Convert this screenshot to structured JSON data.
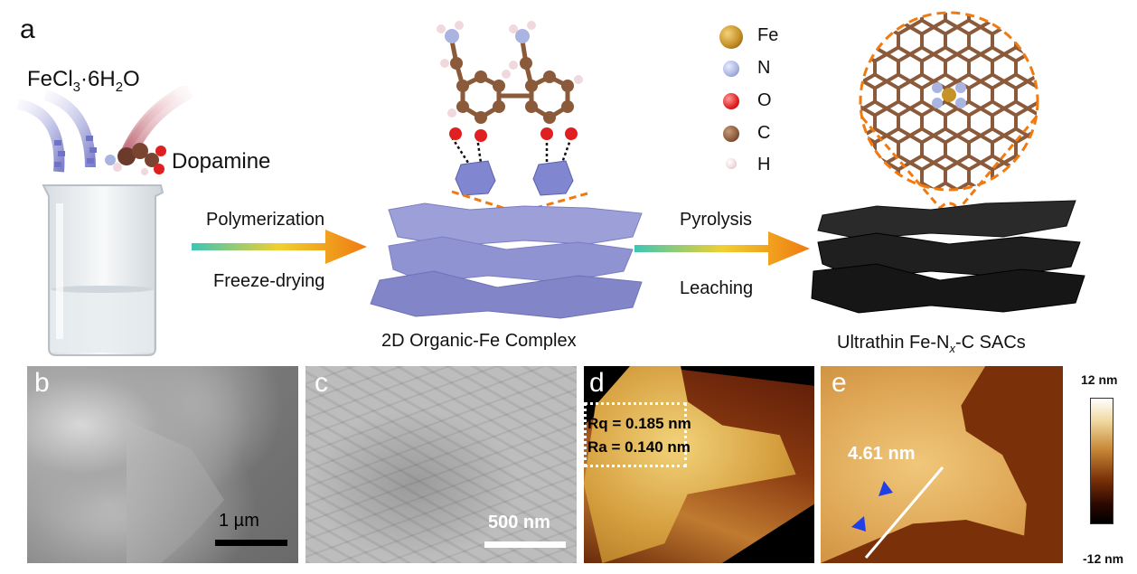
{
  "panel_a": {
    "letter": "a",
    "reagent_formula": {
      "main": "FeCl",
      "sub1": "3",
      "middle": "·6H",
      "sub2": "2",
      "end": "O"
    },
    "reagent_2": "Dopamine",
    "step1_top": "Polymerization",
    "step1_bottom": "Freeze-drying",
    "intermediate": "2D Organic-Fe Complex",
    "step2_top": "Pyrolysis",
    "step2_bottom": "Leaching",
    "product": {
      "prefix": "Ultrathin Fe-N",
      "sub": "x",
      "suffix": "-C SACs"
    },
    "legend": [
      {
        "symbol": "Fe",
        "color": "#c8922a"
      },
      {
        "symbol": "N",
        "color": "#a9b4e0"
      },
      {
        "symbol": "O",
        "color": "#e02020"
      },
      {
        "symbol": "C",
        "color": "#8a5a3a"
      },
      {
        "symbol": "H",
        "color": "#f0d8dc"
      }
    ]
  },
  "panel_b": {
    "letter": "b",
    "scale_bar": "1 µm"
  },
  "panel_c": {
    "letter": "c",
    "scale_bar": "500 nm"
  },
  "panel_d": {
    "letter": "d",
    "rq": "Rq = 0.185 nm",
    "ra": "Ra = 0.140 nm"
  },
  "panel_e": {
    "letter": "e",
    "height": "4.61 nm"
  },
  "colorbar": {
    "max": "12 nm",
    "min": "-12 nm"
  }
}
